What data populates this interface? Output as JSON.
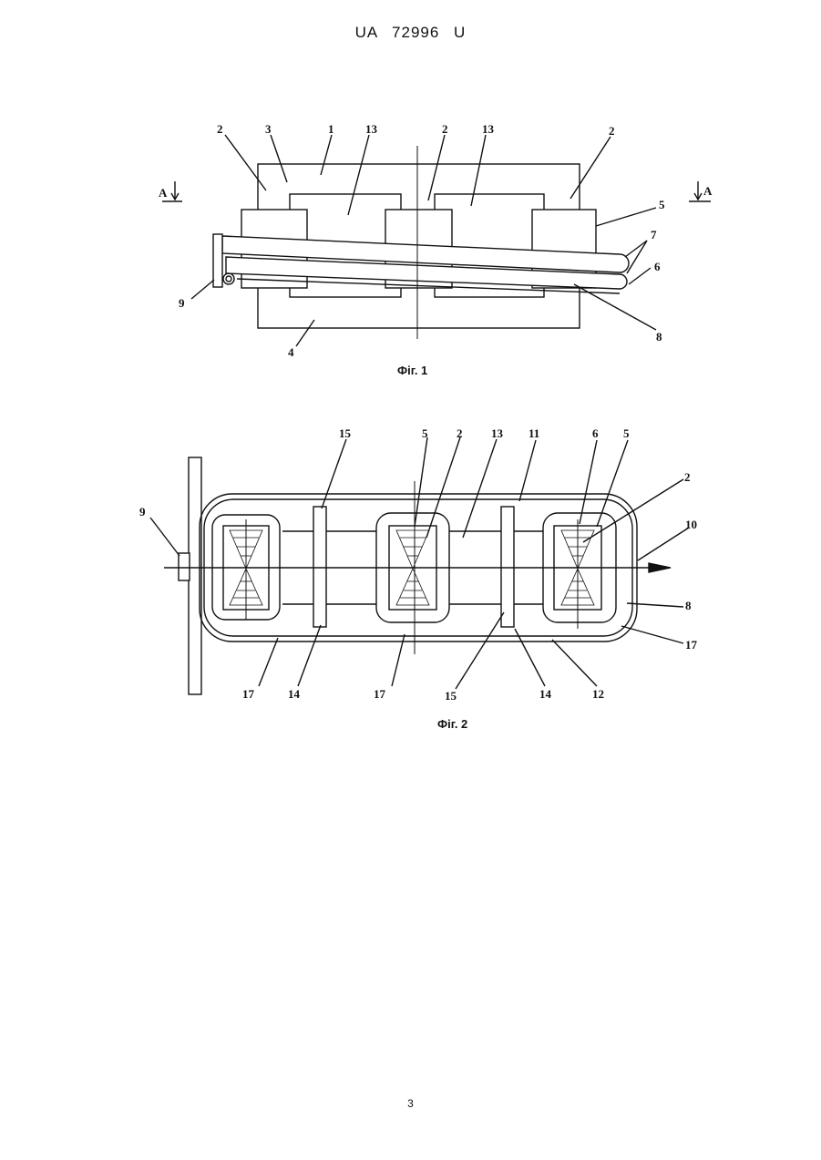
{
  "header": {
    "text": "UA   72996   U"
  },
  "figure1": {
    "caption": "Фіг. 1",
    "section_left": "A",
    "section_right": "A",
    "labels": {
      "l2a": "2",
      "l3": "3",
      "l1": "1",
      "l13a": "13",
      "l2b": "2",
      "l13b": "13",
      "l2c": "2",
      "l5": "5",
      "l7": "7",
      "l6": "6",
      "l8": "8",
      "l9": "9",
      "l4": "4"
    }
  },
  "figure2": {
    "caption": "Фіг. 2",
    "labels": {
      "l15a": "15",
      "l5a": "5",
      "l2a": "2",
      "l13": "13",
      "l11": "11",
      "l6": "6",
      "l5b": "5",
      "l2b": "2",
      "l10": "10",
      "l8": "8",
      "l17r": "17",
      "l9": "9",
      "l17a": "17",
      "l14a": "14",
      "l17b": "17",
      "l15b": "15",
      "l14b": "14",
      "l12": "12"
    }
  },
  "footer": {
    "page_number": "3"
  }
}
